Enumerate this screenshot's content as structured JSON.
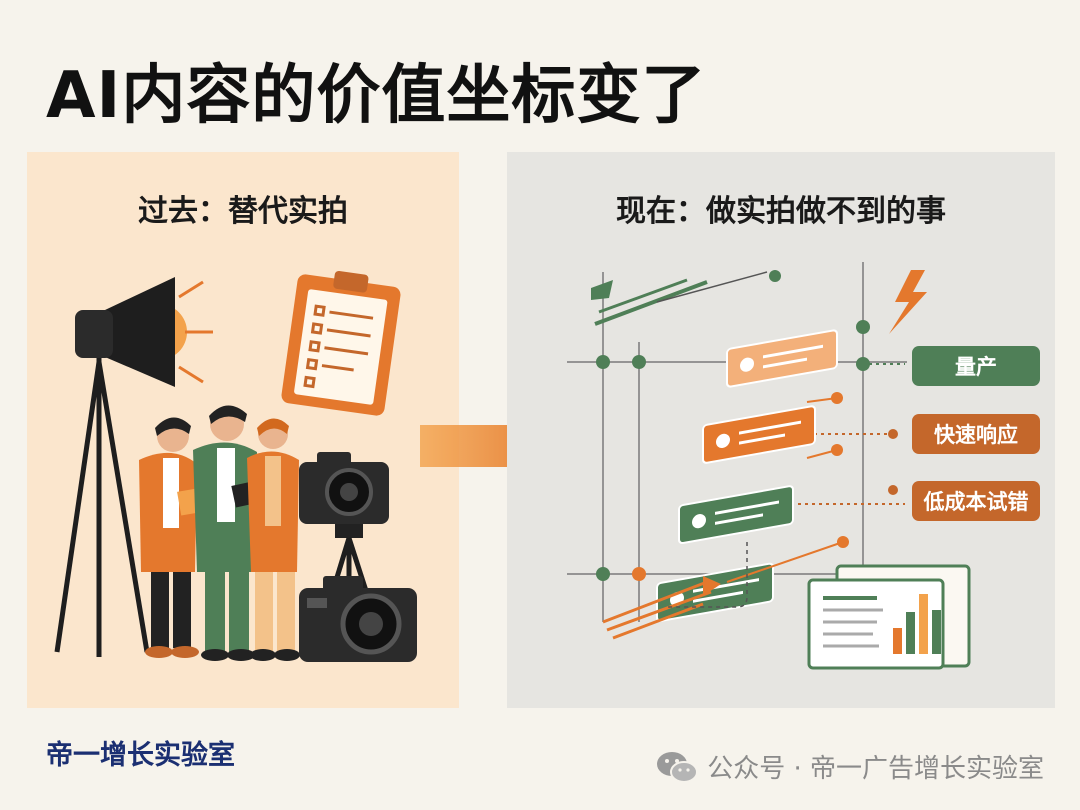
{
  "title": "AI内容的价值坐标变了",
  "left_panel": {
    "heading": "过去：替代实拍"
  },
  "right_panel": {
    "heading": "现在：做实拍做不到的事",
    "tags": [
      {
        "label": "量产",
        "color": "#4f7f57"
      },
      {
        "label": "快速响应",
        "color": "#c4672b"
      },
      {
        "label": "低成本试错",
        "color": "#c4672b"
      }
    ]
  },
  "footer": {
    "left_text": "帝一增长实验室",
    "right_text": "公众号 · 帝一广告增长实验室"
  },
  "colors": {
    "accent_orange": "#e4782d",
    "accent_green": "#4f7f57",
    "footer_blue": "#1b2f72"
  }
}
